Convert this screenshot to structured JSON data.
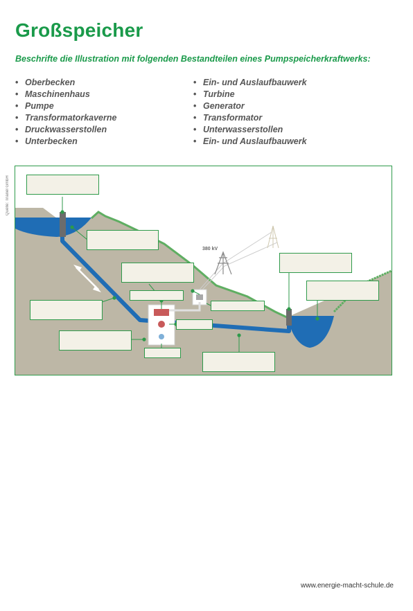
{
  "title": "Großspeicher",
  "instruction": "Beschrifte die Illustration mit folgenden Bestandteilen eines Pumpspeicherkraftwerks:",
  "list_left": [
    "Oberbecken",
    "Maschinenhaus",
    "Pumpe",
    "Transformatorkaverne",
    "Druckwasserstollen",
    "Unterbecken"
  ],
  "list_right": [
    "Ein- und Auslaufbauwerk",
    "Turbine",
    "Generator",
    "Transformator",
    "Unterwasserstollen",
    "Ein- und Auslaufbauwerk"
  ],
  "bullet_char": "•",
  "source_credit": "Quelle: Trianel GmbH",
  "voltage_label": "380 kV",
  "footer_url": "www.energie-macht-schule.de",
  "colors": {
    "accent": "#1a9a4a",
    "ground": "#bdb7a6",
    "water": "#1f6db5",
    "grass": "#5fae62",
    "box_fill": "#f3f1e7"
  }
}
